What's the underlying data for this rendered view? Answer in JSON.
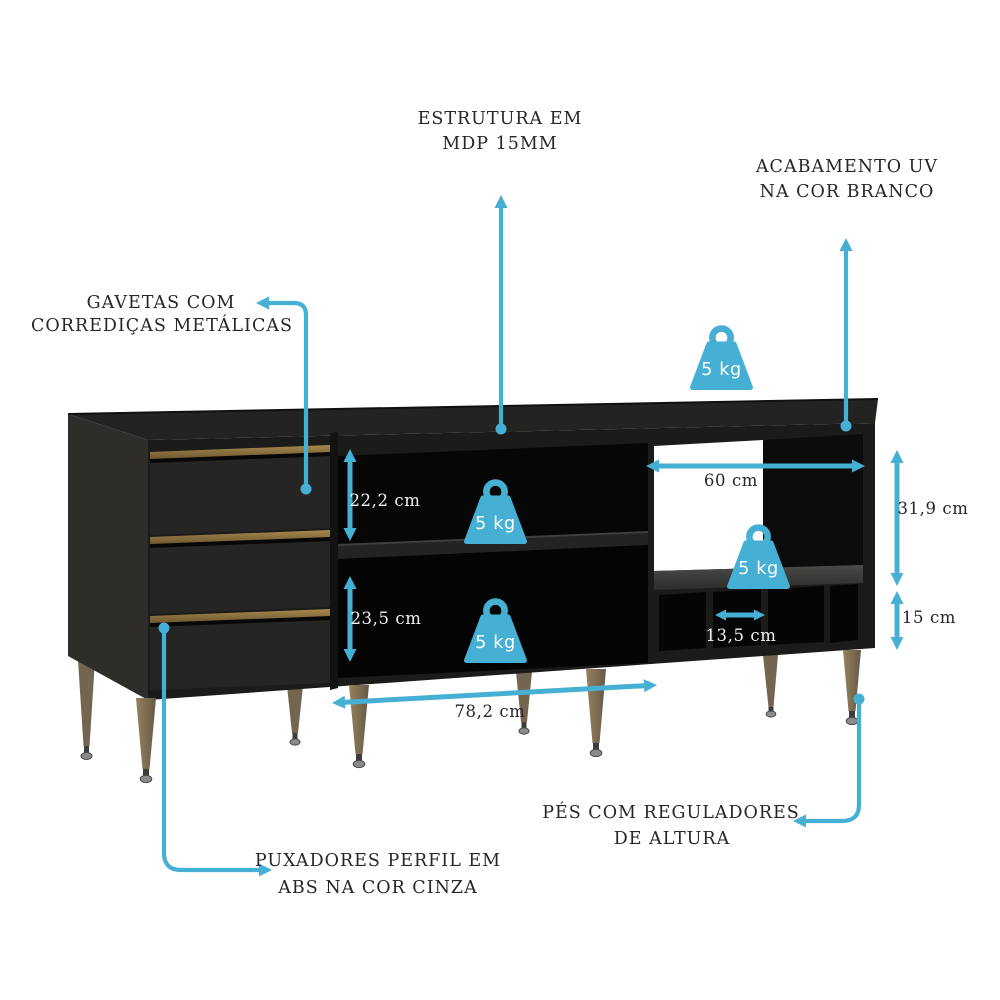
{
  "callouts": {
    "estrutura": {
      "lines": [
        "ESTRUTURA EM",
        "MDP 15MM"
      ]
    },
    "acabamento": {
      "lines": [
        "ACABAMENTO UV",
        "NA COR BRANCO"
      ]
    },
    "gavetas": {
      "lines": [
        "GAVETAS COM",
        "CORREDIÇAS METÁLICAS"
      ]
    },
    "puxadores": {
      "lines": [
        "PUXADORES PERFIL EM",
        "ABS NA COR CINZA"
      ]
    },
    "pes": {
      "lines": [
        "PÉS COM REGULADORES",
        "DE ALTURA"
      ]
    }
  },
  "dimensions": {
    "upper_shelf_height": "22,2 cm",
    "lower_shelf_height": "23,5 cm",
    "niche_width": "60 cm",
    "niche_height": "31,9 cm",
    "cubby_height": "15 cm",
    "cubby_width": "13,5 cm",
    "middle_section_width": "78,2 cm"
  },
  "weights": {
    "label": "5 kg"
  },
  "colors": {
    "accent": "#45afd4",
    "text": "#26262b",
    "background": "#ffffff",
    "cabinet_front": "#1b1b1a",
    "cabinet_side": "#2e2d2a",
    "handle_gold": "#8d7245",
    "leg_wood": "#857356"
  }
}
